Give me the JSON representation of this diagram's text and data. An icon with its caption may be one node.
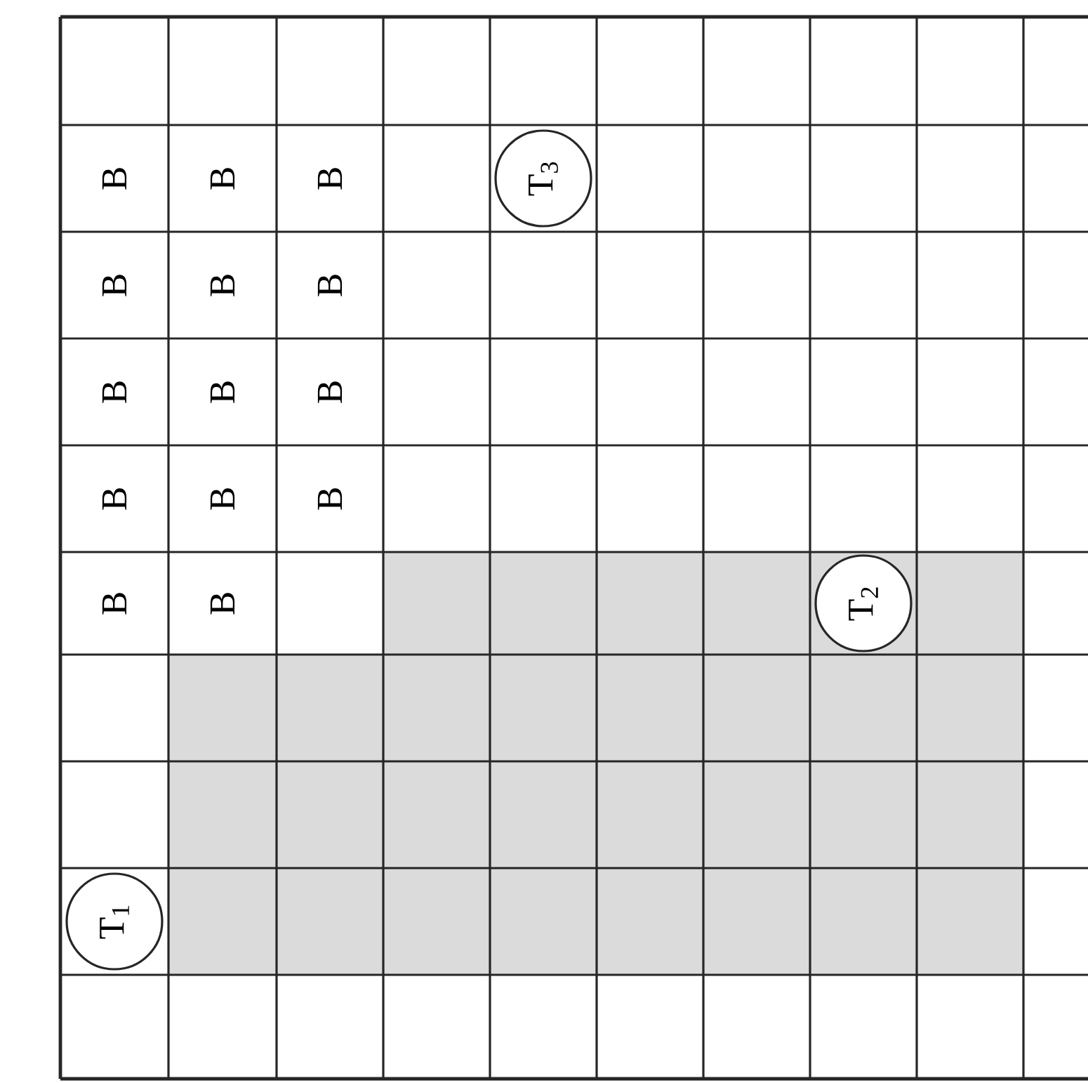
{
  "diagram": {
    "nodes": [
      {
        "text": [
          "T$_{3}$"
        ]
      },
      {
        "text": [
          "T$_{2}$"
        ]
      },
      {
        "text": [
          "T$_{1}$"
        ]
      }
    ],
    "labels": [
      "B",
      "B",
      "B",
      "B",
      "B",
      "B",
      "B",
      "B",
      "B",
      "B",
      "B",
      "B",
      "B",
      "B"
    ]
  }
}
